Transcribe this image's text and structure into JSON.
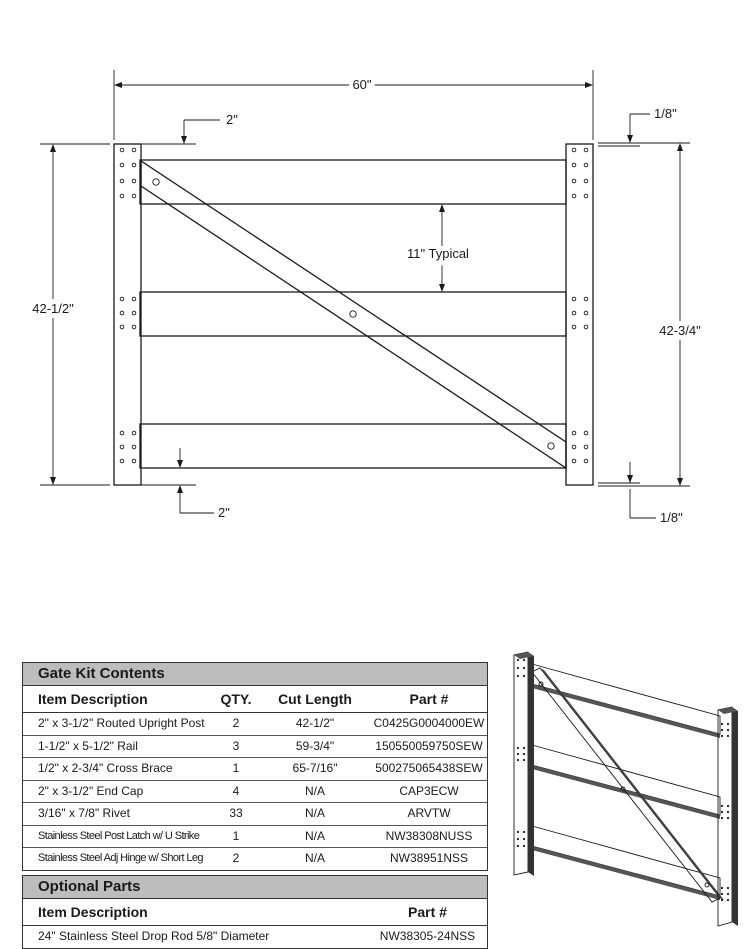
{
  "dimensions": {
    "width": "60\"",
    "top_gap": "2\"",
    "bottom_gap": "2\"",
    "left_height": "42-1/2\"",
    "right_height": "42-3/4\"",
    "right_top_offset": "1/8\"",
    "right_bottom_offset": "1/8\"",
    "spacing": "11\" Typical"
  },
  "kit_table": {
    "title": "Gate Kit Contents",
    "headers": {
      "description": "Item Description",
      "qty": "QTY.",
      "cut": "Cut Length",
      "part": "Part #"
    },
    "rows": [
      {
        "description": "2\" x 3-1/2\" Routed Upright Post",
        "qty": "2",
        "cut": "42-1/2\"",
        "part": "C0425G0004000EW"
      },
      {
        "description": "1-1/2\" x 5-1/2\" Rail",
        "qty": "3",
        "cut": "59-3/4\"",
        "part": "150550059750SEW"
      },
      {
        "description": "1/2\" x 2-3/4\" Cross Brace",
        "qty": "1",
        "cut": "65-7/16\"",
        "part": "500275065438SEW"
      },
      {
        "description": "2\" x 3-1/2\" End Cap",
        "qty": "4",
        "cut": "N/A",
        "part": "CAP3ECW"
      },
      {
        "description": "3/16\" x 7/8\" Rivet",
        "qty": "33",
        "cut": "N/A",
        "part": "ARVTW"
      },
      {
        "description": "Stainless Steel Post Latch w/ U Strike",
        "qty": "1",
        "cut": "N/A",
        "part": "NW38308NUSS"
      },
      {
        "description": "Stainless Steel Adj Hinge w/ Short Leg",
        "qty": "2",
        "cut": "N/A",
        "part": "NW38951NSS"
      }
    ]
  },
  "optional_table": {
    "title": "Optional Parts",
    "headers": {
      "description": "Item Description",
      "part": "Part #"
    },
    "rows": [
      {
        "description": "24\" Stainless Steel Drop Rod 5/8\" Diameter",
        "part": "NW38305-24NSS"
      }
    ]
  }
}
